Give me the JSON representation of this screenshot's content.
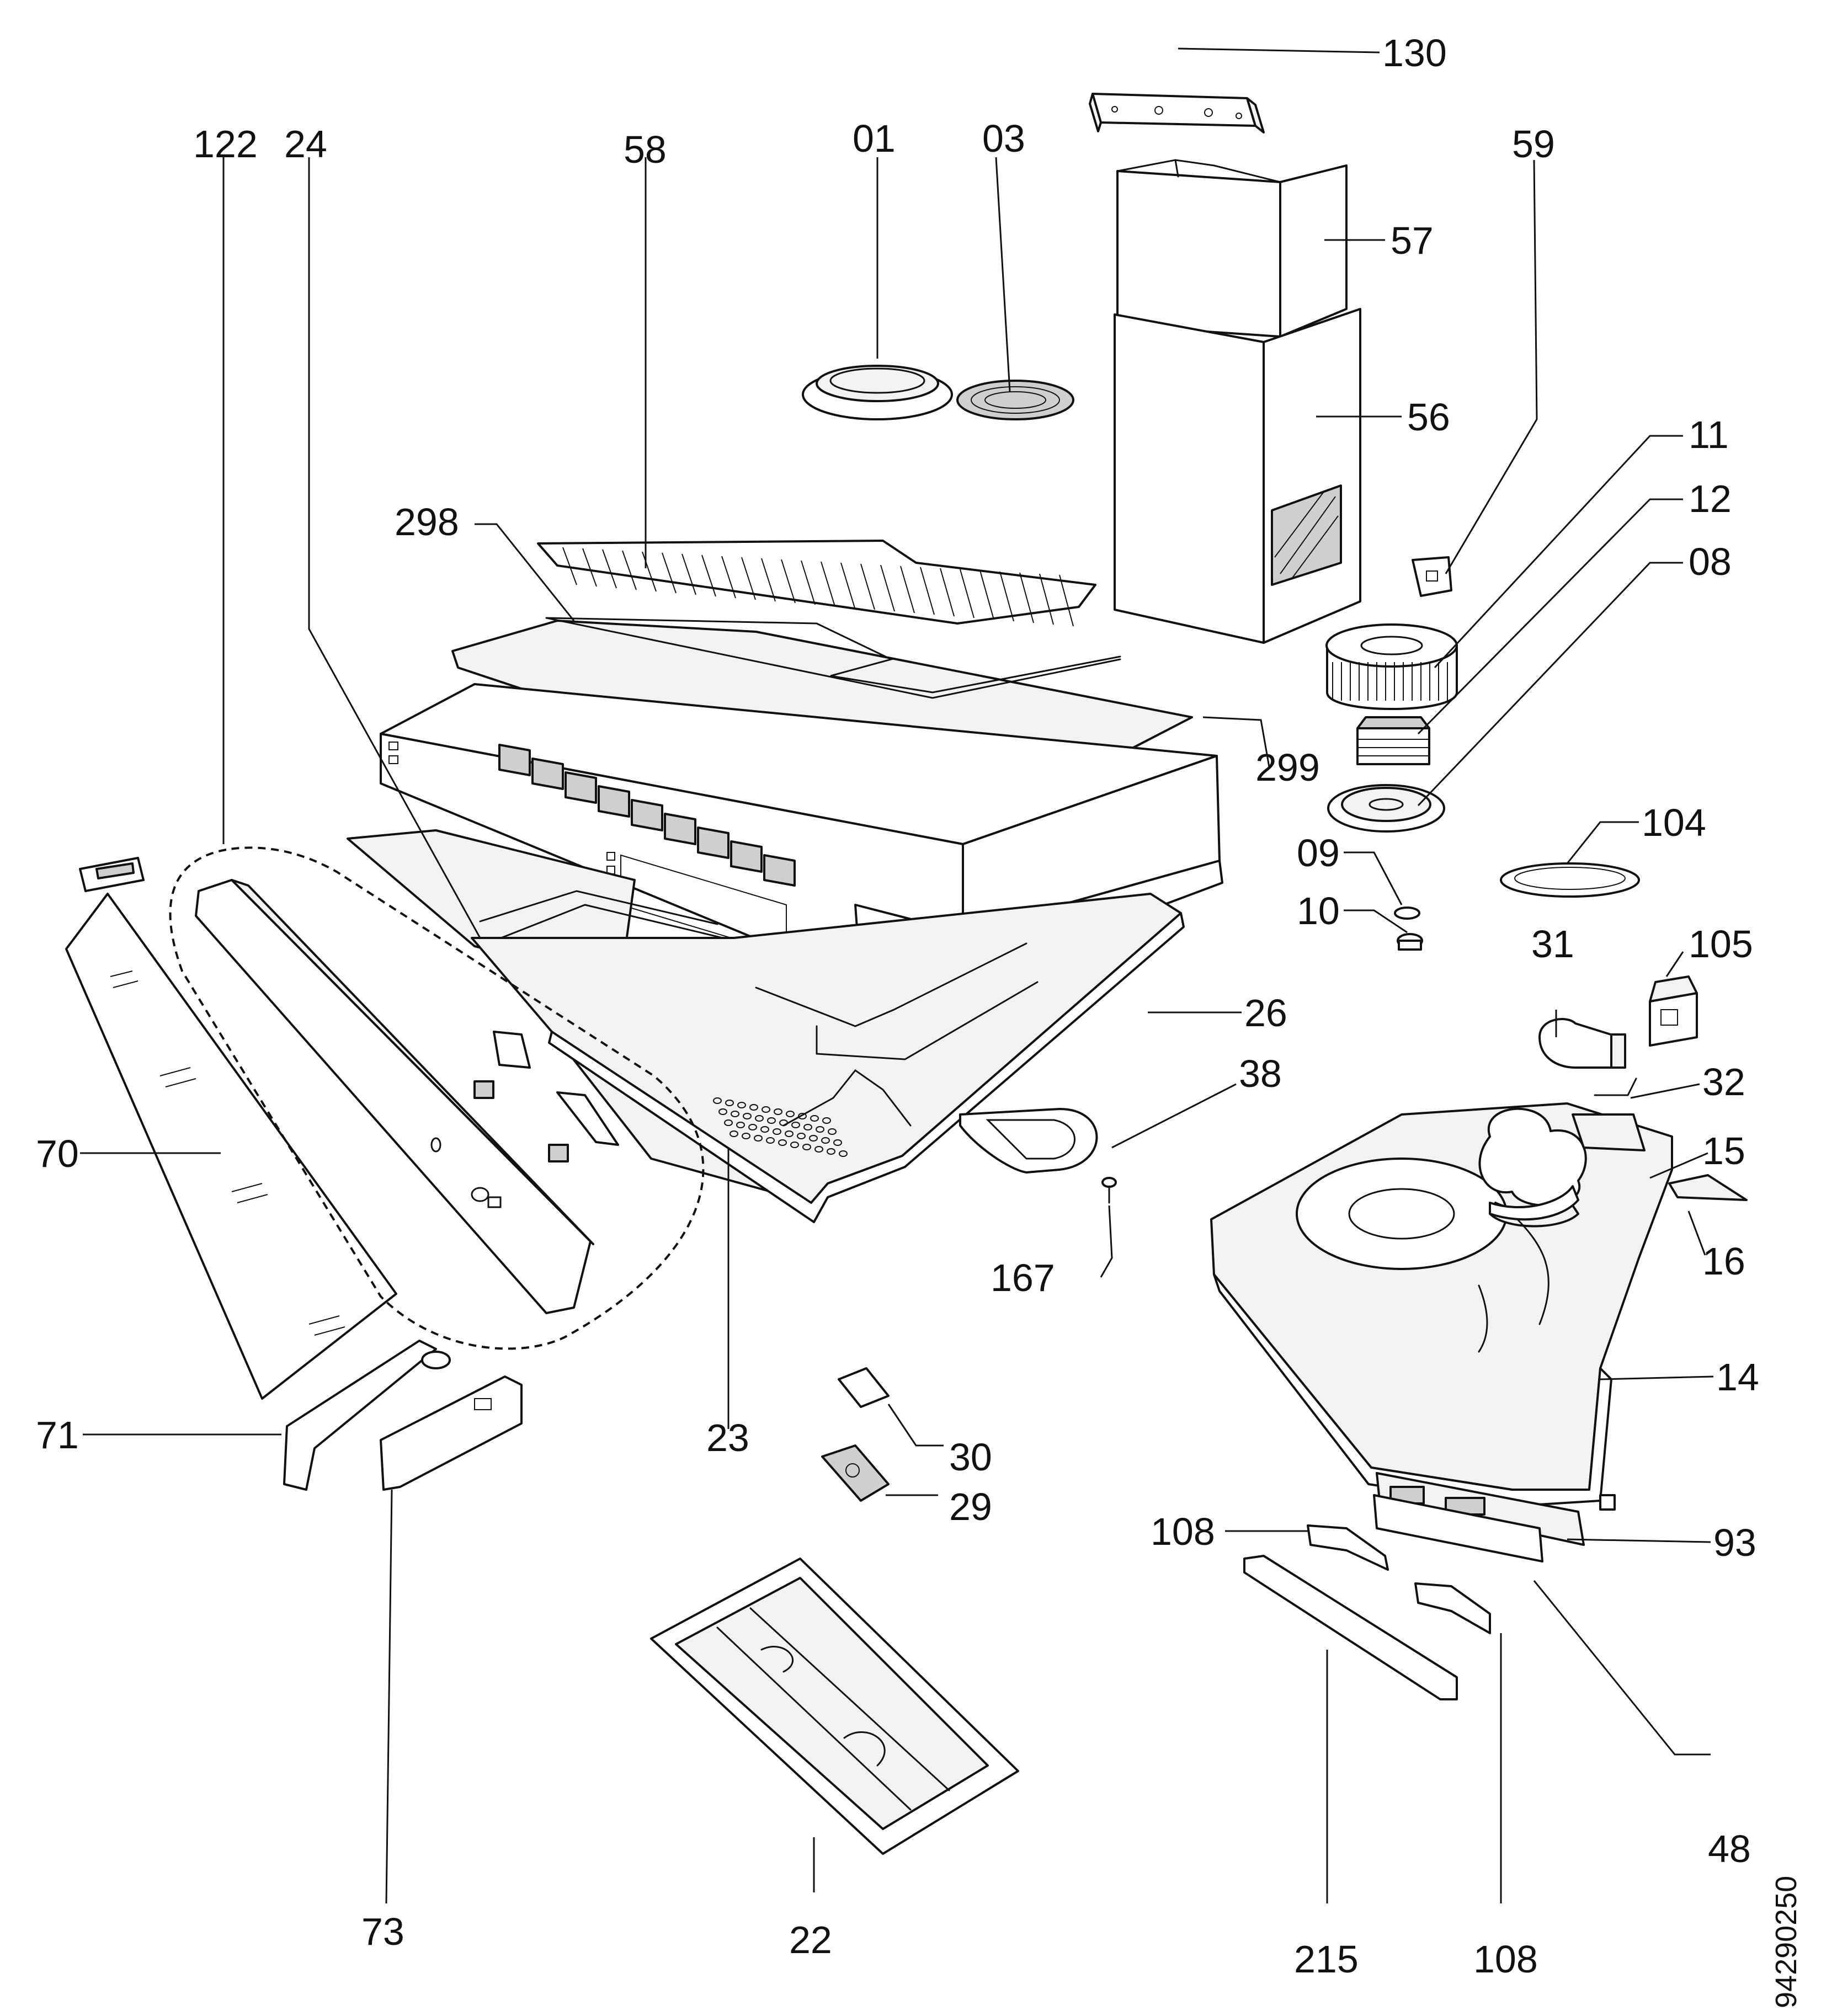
{
  "drawing_code": "94290250",
  "callouts": [
    {
      "id": "c130",
      "label": "130"
    },
    {
      "id": "c122",
      "label": "122"
    },
    {
      "id": "c24",
      "label": "24"
    },
    {
      "id": "c58",
      "label": "58"
    },
    {
      "id": "c01",
      "label": "01"
    },
    {
      "id": "c03",
      "label": "03"
    },
    {
      "id": "c59",
      "label": "59"
    },
    {
      "id": "c57",
      "label": "57"
    },
    {
      "id": "c56",
      "label": "56"
    },
    {
      "id": "c11",
      "label": "11"
    },
    {
      "id": "c12",
      "label": "12"
    },
    {
      "id": "c08",
      "label": "08"
    },
    {
      "id": "c298",
      "label": "298"
    },
    {
      "id": "c299",
      "label": "299"
    },
    {
      "id": "c104",
      "label": "104"
    },
    {
      "id": "c09",
      "label": "09"
    },
    {
      "id": "c10",
      "label": "10"
    },
    {
      "id": "c105",
      "label": "105"
    },
    {
      "id": "c31",
      "label": "31"
    },
    {
      "id": "c26",
      "label": "26"
    },
    {
      "id": "c38",
      "label": "38"
    },
    {
      "id": "c32",
      "label": "32"
    },
    {
      "id": "c15",
      "label": "15"
    },
    {
      "id": "c70",
      "label": "70"
    },
    {
      "id": "c167",
      "label": "167"
    },
    {
      "id": "c16",
      "label": "16"
    },
    {
      "id": "c14",
      "label": "14"
    },
    {
      "id": "c71",
      "label": "71"
    },
    {
      "id": "c23",
      "label": "23"
    },
    {
      "id": "c30",
      "label": "30"
    },
    {
      "id": "c29",
      "label": "29"
    },
    {
      "id": "c108a",
      "label": "108"
    },
    {
      "id": "c93",
      "label": "93"
    },
    {
      "id": "c48",
      "label": "48"
    },
    {
      "id": "c73",
      "label": "73"
    },
    {
      "id": "c22",
      "label": "22"
    },
    {
      "id": "c215",
      "label": "215"
    },
    {
      "id": "c108b",
      "label": "108"
    }
  ]
}
